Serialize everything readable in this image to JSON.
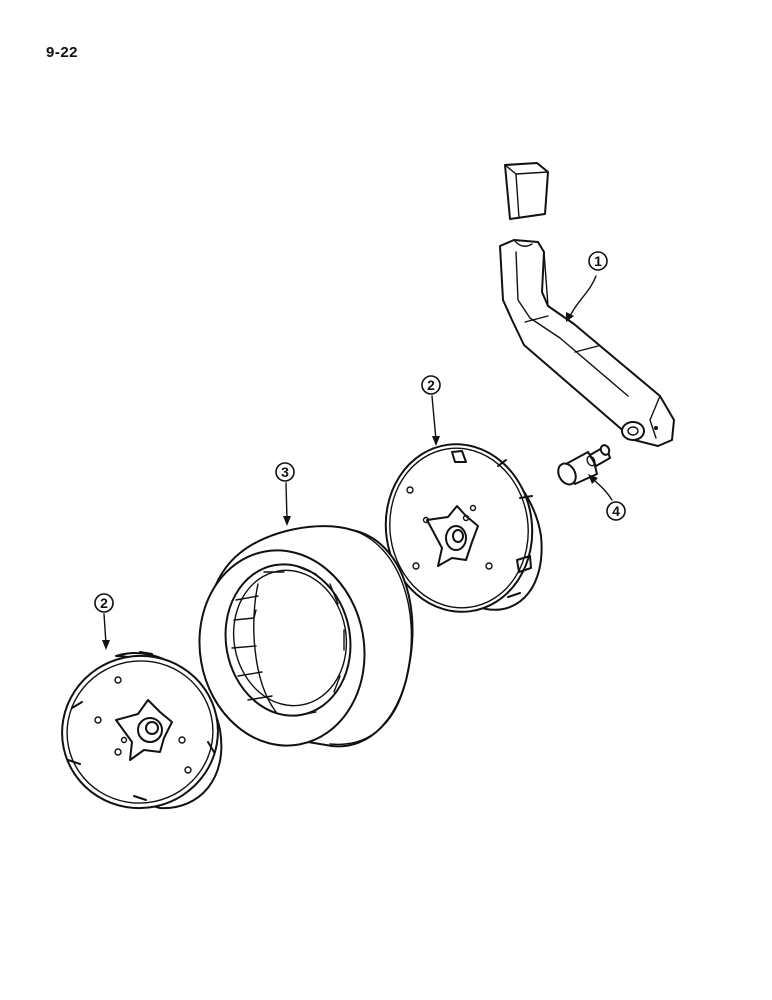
{
  "page": {
    "number": "9-22"
  },
  "callouts": [
    {
      "id": "callout-1",
      "label": "1",
      "part": "brake-lever"
    },
    {
      "id": "callout-2-upper",
      "label": "2",
      "part": "brake-shoe-assembly"
    },
    {
      "id": "callout-3",
      "label": "3",
      "part": "brake-drum"
    },
    {
      "id": "callout-2-lower",
      "label": "2",
      "part": "brake-shoe-assembly"
    },
    {
      "id": "callout-4",
      "label": "4",
      "part": "pivot-pin"
    }
  ]
}
